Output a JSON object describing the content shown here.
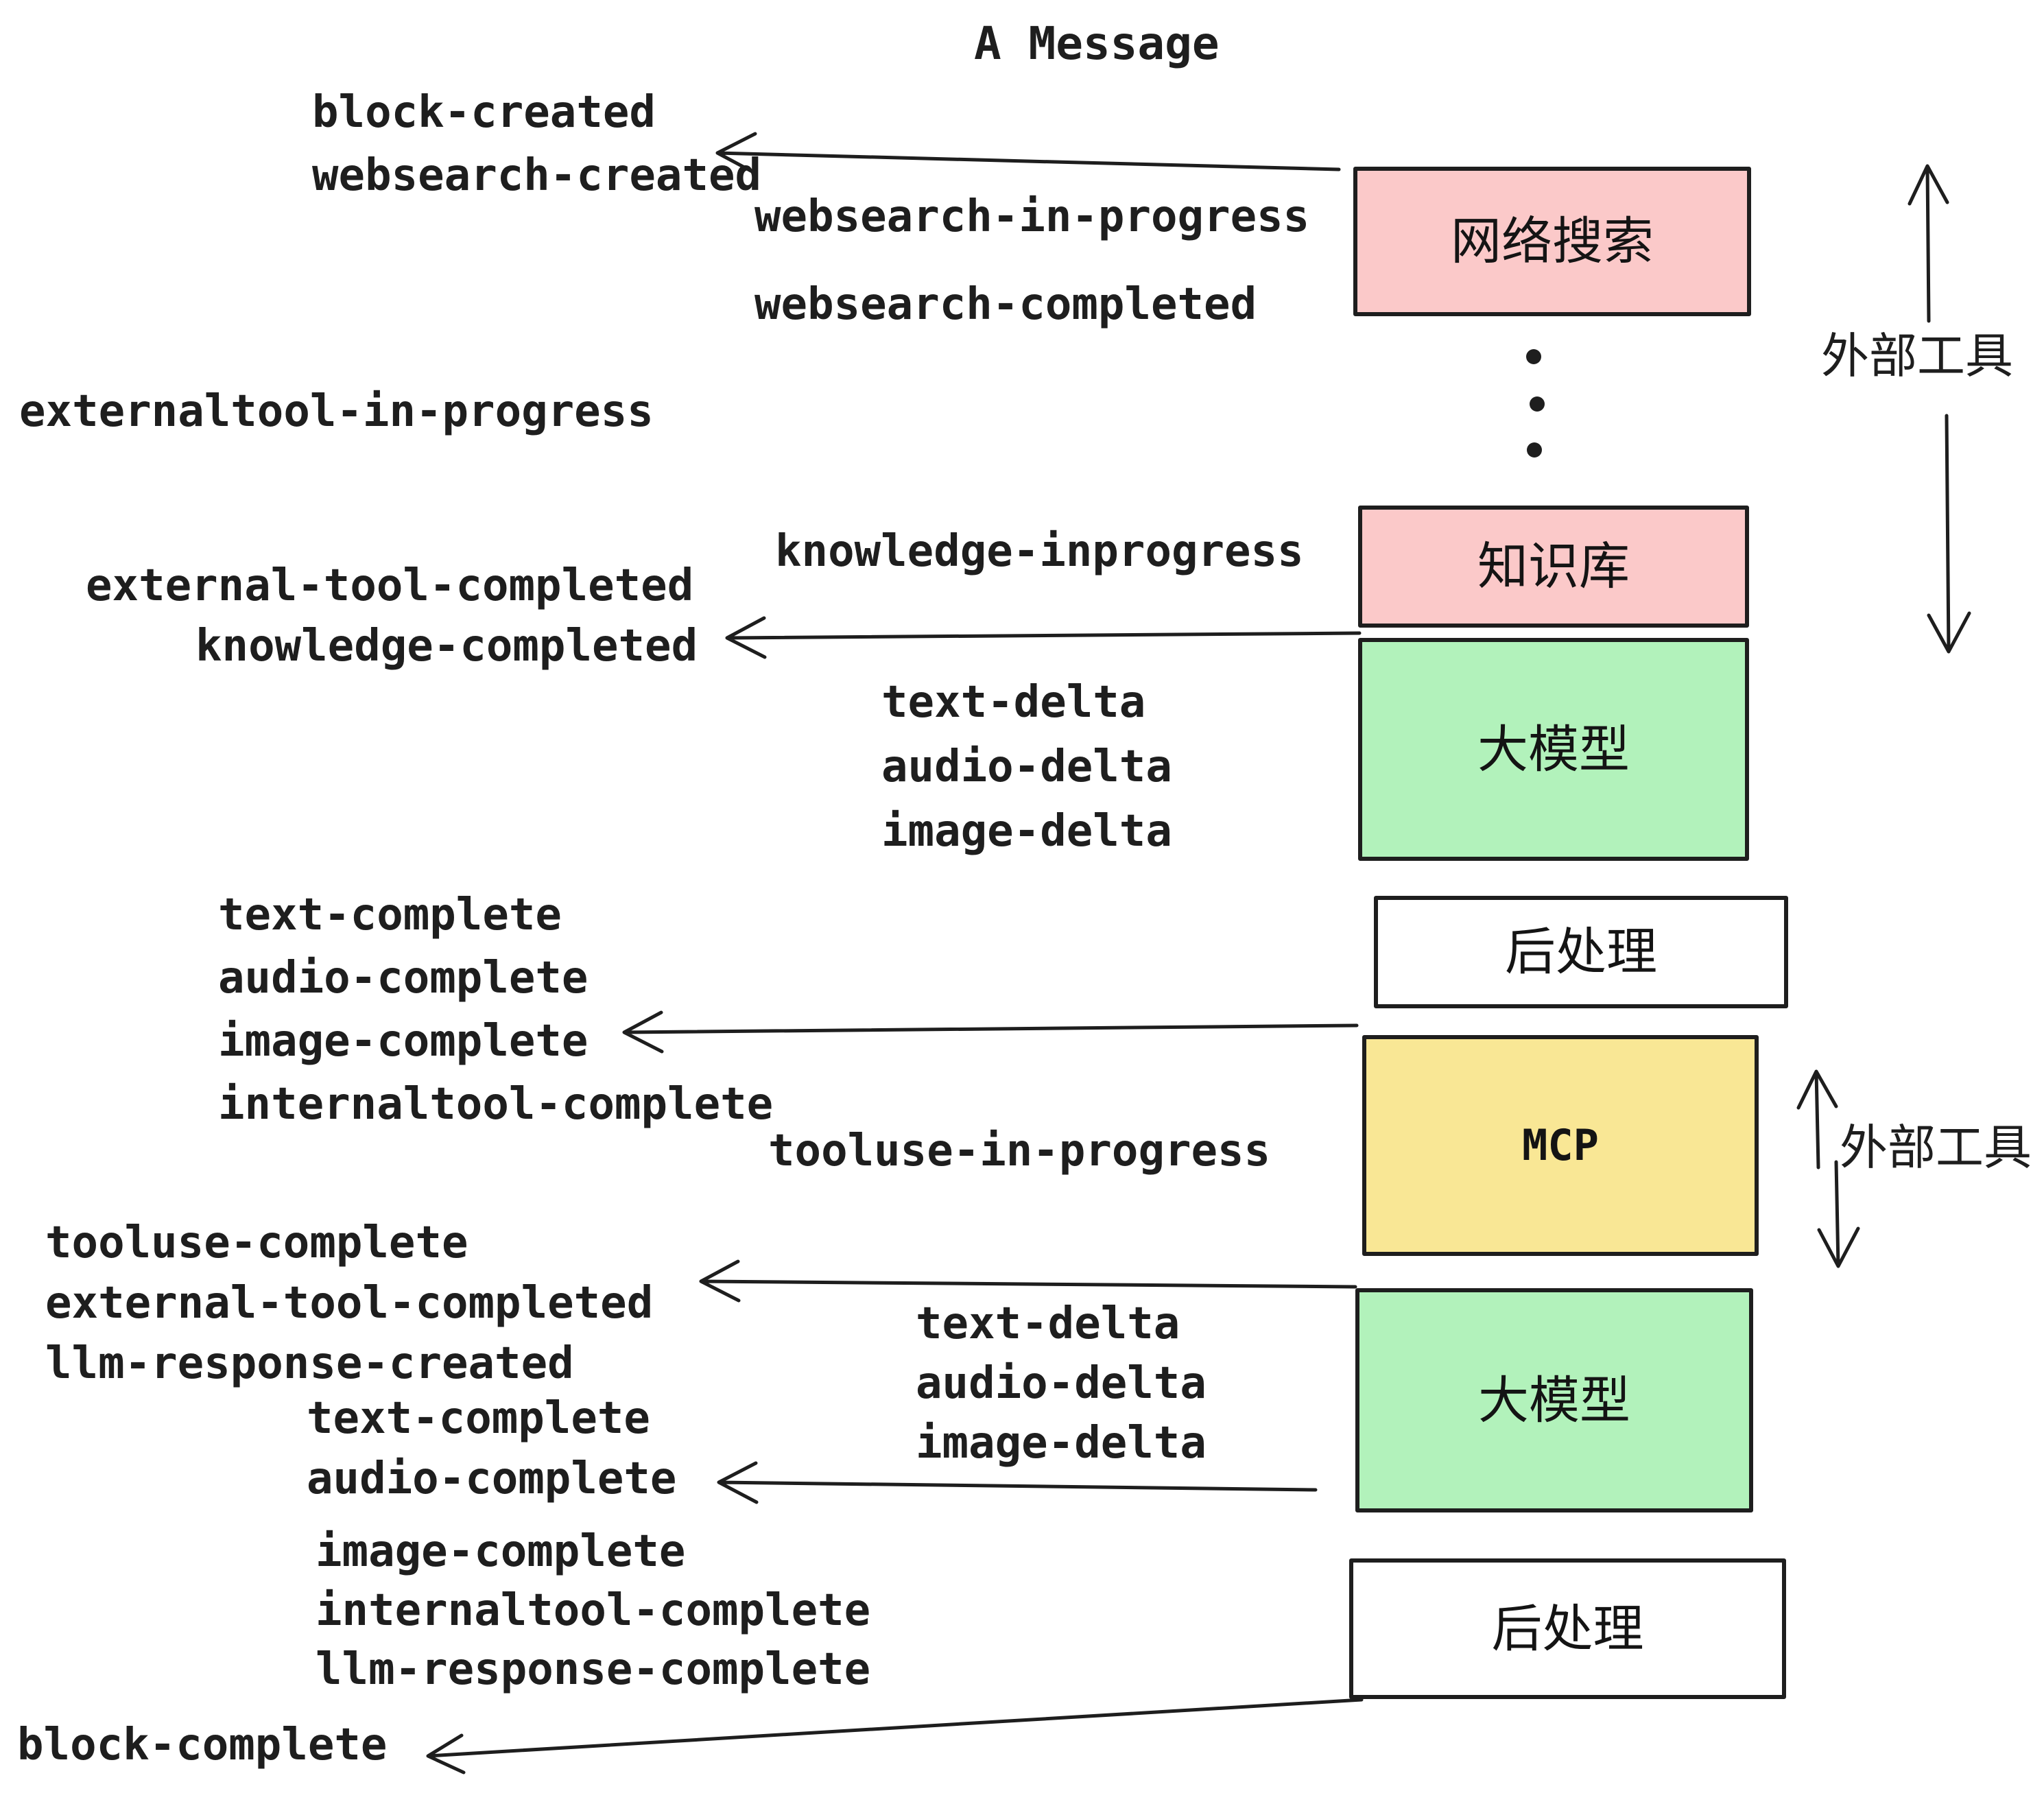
{
  "title": "A Message",
  "colors": {
    "pink": "#fbc9c9",
    "green": "#b2f2bb",
    "yellow": "#f9e795",
    "white": "#ffffff",
    "ink": "#1e1e1e"
  },
  "nodes": [
    {
      "label": "网络搜索",
      "fill": "pink"
    },
    {
      "label": "知识库",
      "fill": "pink"
    },
    {
      "label": "大模型",
      "fill": "green"
    },
    {
      "label": "后处理",
      "fill": "white"
    },
    {
      "label": "MCP",
      "fill": "yellow"
    },
    {
      "label": "大模型",
      "fill": "green"
    },
    {
      "label": "后处理",
      "fill": "white"
    }
  ],
  "annotations": {
    "external_tools_top": "外部工具",
    "external_tools_mid": "外部工具"
  },
  "events": {
    "block_created": "block-created",
    "websearch_created": "websearch-created",
    "websearch_in_progress": "websearch-in-progress",
    "websearch_completed": "websearch-completed",
    "externaltool_in_progress": "externaltool-in-progress",
    "knowledge_inprogress": "knowledge-inprogress",
    "external_tool_completed_1": "external-tool-completed",
    "knowledge_completed": "knowledge-completed",
    "text_delta_1": "text-delta",
    "audio_delta_1": "audio-delta",
    "image_delta_1": "image-delta",
    "text_complete_1": "text-complete",
    "audio_complete_1": "audio-complete",
    "image_complete_1": "image-complete",
    "internaltool_complete_1": "internaltool-complete",
    "tooluse_in_progress": "tooluse-in-progress",
    "tooluse_complete": "tooluse-complete",
    "external_tool_completed_2": "external-tool-completed",
    "llm_response_created": "llm-response-created",
    "text_complete_2": "text-complete",
    "audio_complete_2": "audio-complete",
    "text_delta_2": "text-delta",
    "audio_delta_2": "audio-delta",
    "image_delta_2": "image-delta",
    "image_complete_2": "image-complete",
    "internaltool_complete_2": "internaltool-complete",
    "llm_response_complete": "llm-response-complete",
    "block_complete": "block-complete"
  }
}
